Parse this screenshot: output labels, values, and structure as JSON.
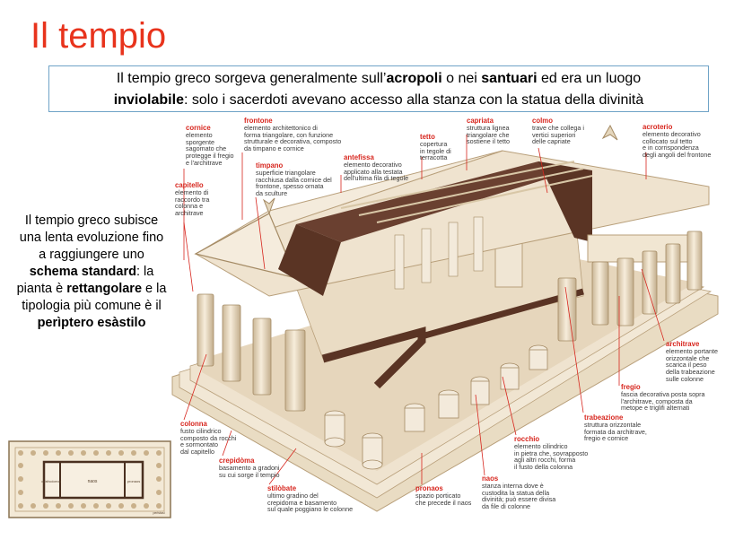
{
  "title": "Il tempio",
  "intro": {
    "part1": "Il tempio greco sorgeva generalmente sull’",
    "bold1": "acropoli",
    "part2": " o nei ",
    "bold2": "santuari",
    "part3": " ed era un luogo",
    "bold3": "inviolabile",
    "part4": ": solo i sacerdoti avevano accesso alla stanza con la statua della divinità"
  },
  "side": {
    "part1": "Il tempio greco subisce una lenta evoluzione fino a raggiungere uno ",
    "bold1": "schema standard",
    "part2": ": la pianta è ",
    "bold2": "rettangolare",
    "part3": " e la tipologia più comune è il ",
    "bold3": "perìptero esàstilo"
  },
  "labels": {
    "cornice": {
      "term": "cornice",
      "desc": [
        "elemento",
        "sporgente",
        "sagomato che",
        "protegge il fregio",
        "e l'architrave"
      ]
    },
    "frontone": {
      "term": "frontone",
      "desc": [
        "elemento architettonico di",
        "forma triangolare, con funzione",
        "strutturale e decorativa, composto",
        "da timpano e cornice"
      ]
    },
    "capitello": {
      "term": "capitello",
      "desc": [
        "elemento di",
        "raccordo tra",
        "colonna e",
        "architrave"
      ]
    },
    "timpano": {
      "term": "timpano",
      "desc": [
        "superficie triangolare",
        "racchiusa dalla cornice del",
        "frontone, spesso ornata",
        "da sculture"
      ]
    },
    "antefissa": {
      "term": "antefissa",
      "desc": [
        "elemento decorativo",
        "applicato alla testata",
        "dell'ultima fila di tegole"
      ]
    },
    "tetto": {
      "term": "tetto",
      "desc": [
        "copertura",
        "in tegole di",
        "terracotta"
      ]
    },
    "capriata": {
      "term": "capriata",
      "desc": [
        "struttura lignea",
        "triangolare che",
        "sostiene il tetto"
      ]
    },
    "colmo": {
      "term": "colmo",
      "desc": [
        "trave che collega i",
        "vertici superiori",
        "delle capriate"
      ]
    },
    "acroterio": {
      "term": "acroterio",
      "desc": [
        "elemento decorativo",
        "collocato sul tetto",
        "e in corrispondenza",
        "degli angoli del frontone"
      ]
    },
    "architrave": {
      "term": "architrave",
      "desc": [
        "elemento portante",
        "orizzontale che",
        "scarica il peso",
        "della trabeazione",
        "sulle colonne"
      ]
    },
    "fregio": {
      "term": "fregio",
      "desc": [
        "fascia decorativa posta sopra",
        "l'architrave, composta da",
        "metope e triglifi alternati"
      ]
    },
    "trabeazione": {
      "term": "trabeazione",
      "desc": [
        "struttura orizzontale",
        "formata da architrave,",
        "fregio e cornice"
      ]
    },
    "colonna": {
      "term": "colonna",
      "desc": [
        "fusto cilindrico",
        "composto da rocchi",
        "e sormontato",
        "dal capitello"
      ]
    },
    "rocchio": {
      "term": "rocchio",
      "desc": [
        "elemento cilindrico",
        "in pietra che, sovrapposto",
        "agli altri rocchi, forma",
        "il fusto della colonna"
      ]
    },
    "crepidoma": {
      "term": "crepidòma",
      "desc": [
        "basamento a gradoni",
        "su cui sorge il tempio"
      ]
    },
    "naos": {
      "term": "naos",
      "desc": [
        "stanza interna dove è",
        "custodita la statua della",
        "divinità; può essere divisa",
        "da file di colonne"
      ]
    },
    "stilobate": {
      "term": "stilòbate",
      "desc": [
        "ultimo gradino del",
        "crepidoma e basamento",
        "sul quale poggiano le colonne"
      ]
    },
    "pronaos": {
      "term": "pronaos",
      "desc": [
        "spazio porticato",
        "che precede il naos"
      ]
    }
  },
  "plan": {
    "naos": "naos",
    "pronaos": "pronaos",
    "opisthodomos": "opisthodomos",
    "peristasis": "peristasi"
  },
  "colors": {
    "title": "#e8331c",
    "term": "#d7261e",
    "box_border": "#6fa3c7",
    "stone": "#efe3cf",
    "stone_dark": "#d9c6a6",
    "wood": "#5a3424",
    "floor": "#e6d6bc"
  }
}
